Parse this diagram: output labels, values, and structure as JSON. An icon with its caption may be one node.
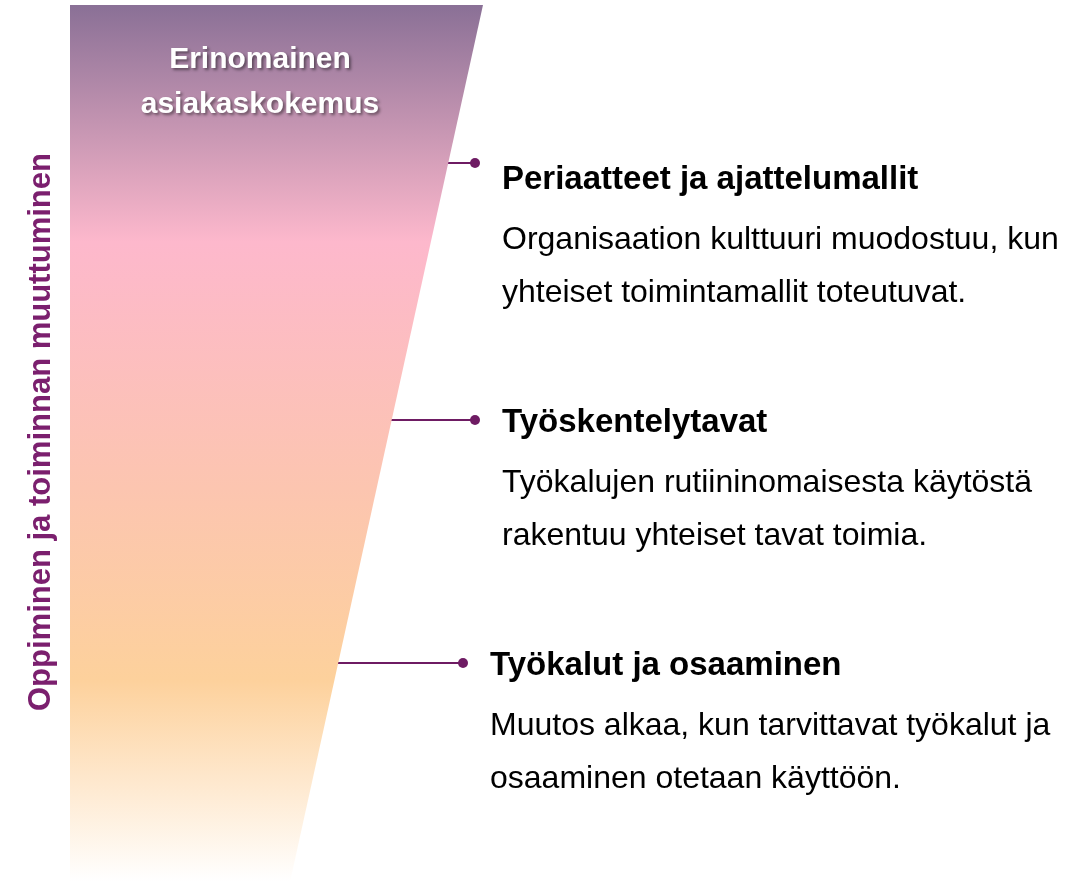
{
  "diagram": {
    "nodes": [
      {
        "text": [
          "Erinomainen asiakaskokemus"
        ]
      },
      {
        "text": [
          "Periaatteet ja ajattelumallit",
          "Organisaation kulttuuri muodostuu, kun yhteiset toimintamallit toteutuvat."
        ]
      },
      {
        "text": [
          "Työskentelytavat",
          "Työkalujen rutiininomaisesta käytöstä rakentuu yhteiset tavat toimia."
        ]
      },
      {
        "text": [
          "Työkalut ja osaaminen",
          "Muutos alkaa, kun tarvittavat työkalut ja osaaminen otetaan käyttöön."
        ]
      }
    ],
    "edges": [
      {
        "from": 0,
        "to": 1,
        "arrow": "other"
      },
      {
        "from": 0,
        "to": 2,
        "arrow": "other"
      },
      {
        "from": 0,
        "to": 3,
        "arrow": "other"
      }
    ],
    "labels": [
      "Oppiminen ja toiminnan muuttuminen"
    ]
  }
}
